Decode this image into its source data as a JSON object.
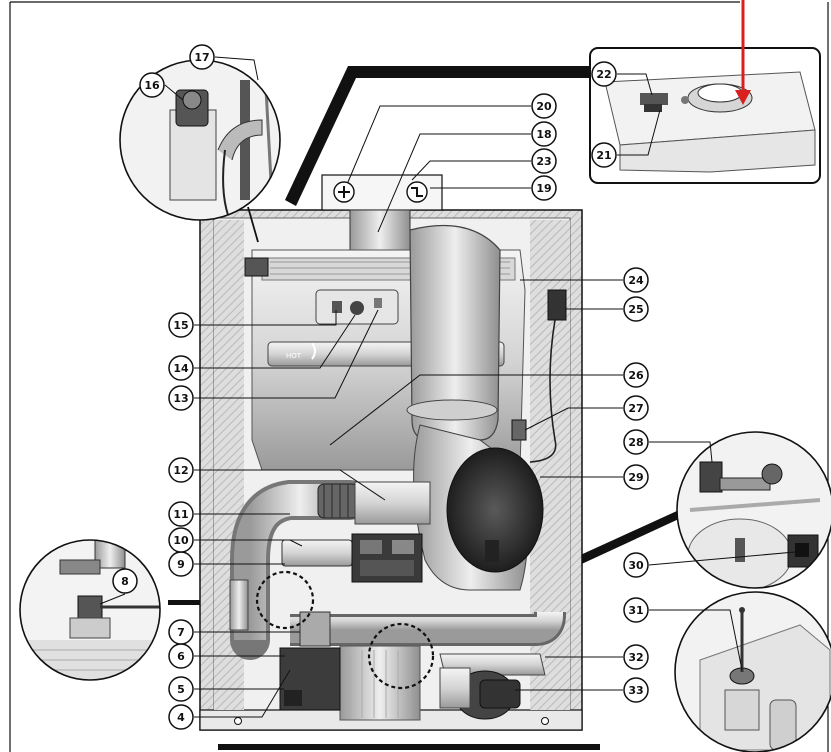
{
  "callouts": [
    {
      "id": "c4",
      "label": "4"
    },
    {
      "id": "c5",
      "label": "5"
    },
    {
      "id": "c6",
      "label": "6"
    },
    {
      "id": "c7",
      "label": "7"
    },
    {
      "id": "c8",
      "label": "8"
    },
    {
      "id": "c9",
      "label": "9"
    },
    {
      "id": "c10",
      "label": "10"
    },
    {
      "id": "c11",
      "label": "11"
    },
    {
      "id": "c12",
      "label": "12"
    },
    {
      "id": "c13",
      "label": "13"
    },
    {
      "id": "c14",
      "label": "14"
    },
    {
      "id": "c15",
      "label": "15"
    },
    {
      "id": "c16",
      "label": "16"
    },
    {
      "id": "c17",
      "label": "17"
    },
    {
      "id": "c18",
      "label": "18"
    },
    {
      "id": "c19",
      "label": "19"
    },
    {
      "id": "c20",
      "label": "20"
    },
    {
      "id": "c21",
      "label": "21"
    },
    {
      "id": "c22",
      "label": "22"
    },
    {
      "id": "c23",
      "label": "23"
    },
    {
      "id": "c24",
      "label": "24"
    },
    {
      "id": "c25",
      "label": "25"
    },
    {
      "id": "c26",
      "label": "26"
    },
    {
      "id": "c27",
      "label": "27"
    },
    {
      "id": "c28",
      "label": "28"
    },
    {
      "id": "c29",
      "label": "29"
    },
    {
      "id": "c30",
      "label": "30"
    },
    {
      "id": "c31",
      "label": "31"
    },
    {
      "id": "c32",
      "label": "32"
    },
    {
      "id": "c33",
      "label": "33"
    }
  ],
  "colors": {
    "arrow": "#d9201f",
    "outline": "#111111",
    "metal_light": "#e8e8e8",
    "metal_mid": "#bdbdbd",
    "metal_dark": "#6e6e6e",
    "hatch": "#c9c9c9"
  },
  "pipe_text": "HOT"
}
